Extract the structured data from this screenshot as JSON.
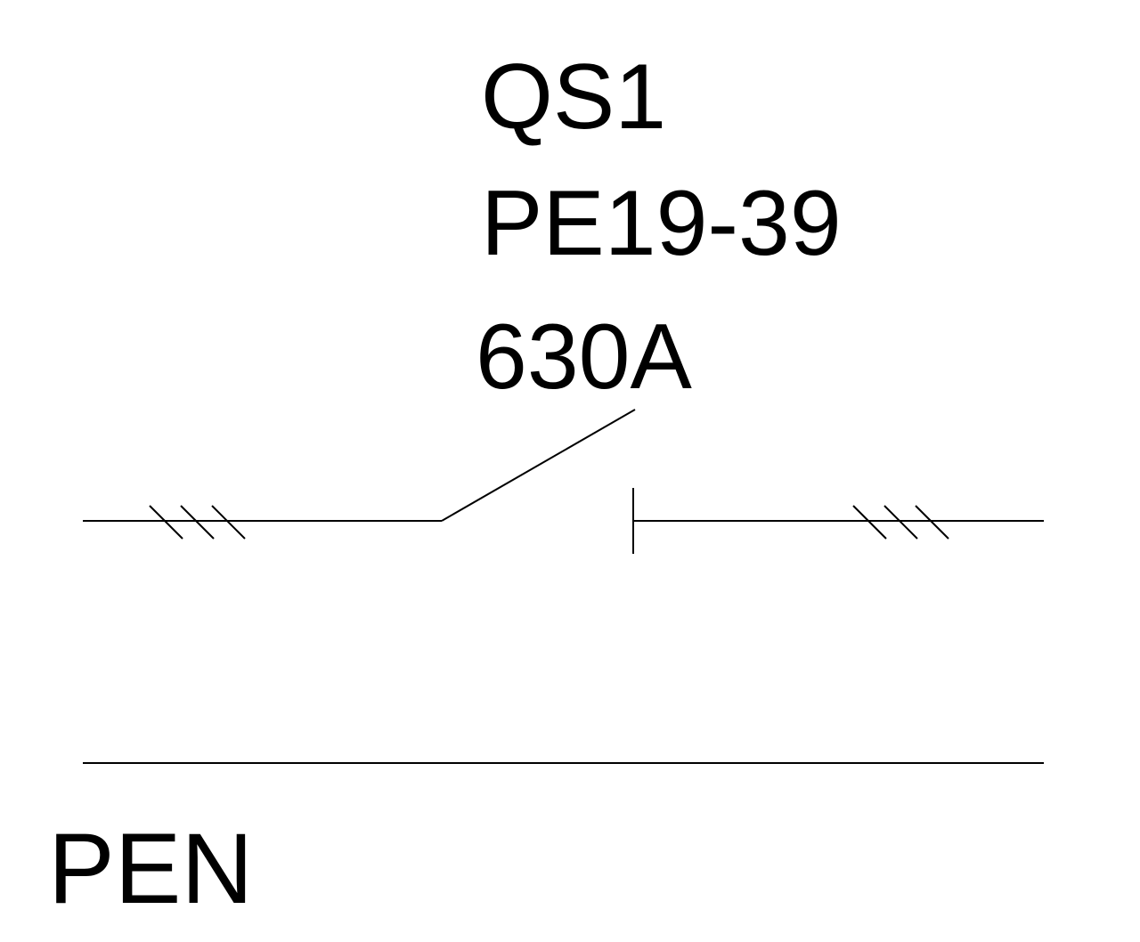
{
  "switch": {
    "designation": "QS1",
    "model": "PE19-39",
    "rating": "630A"
  },
  "pen_bus": {
    "label": "PEN"
  },
  "colors": {
    "line": "#000000",
    "background": "#ffffff"
  }
}
